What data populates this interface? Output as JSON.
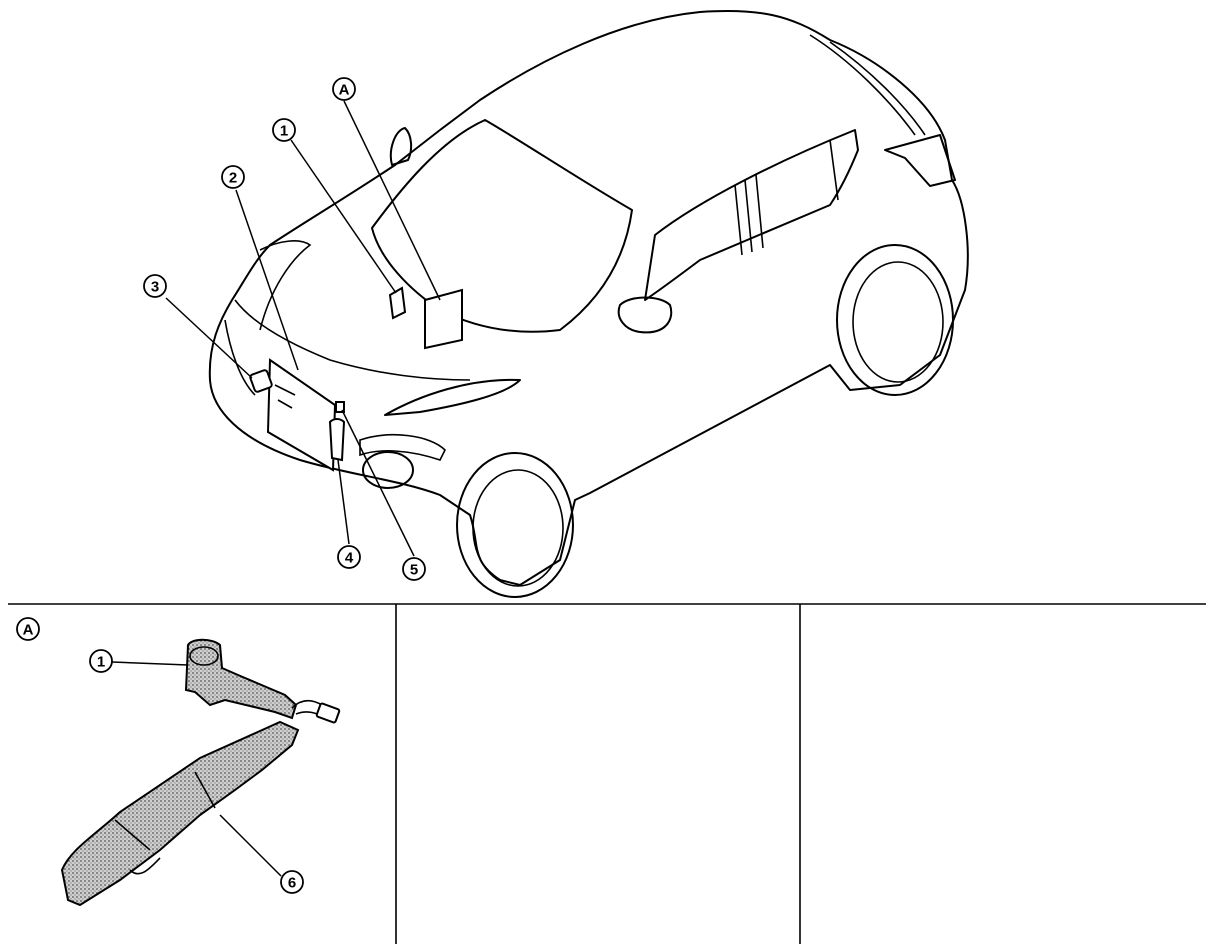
{
  "callouts": {
    "c1": "1",
    "c2": "2",
    "c3": "3",
    "c4": "4",
    "c5": "5",
    "cA": "A",
    "detail_A": "A",
    "detail_1": "1",
    "detail_6": "6"
  }
}
